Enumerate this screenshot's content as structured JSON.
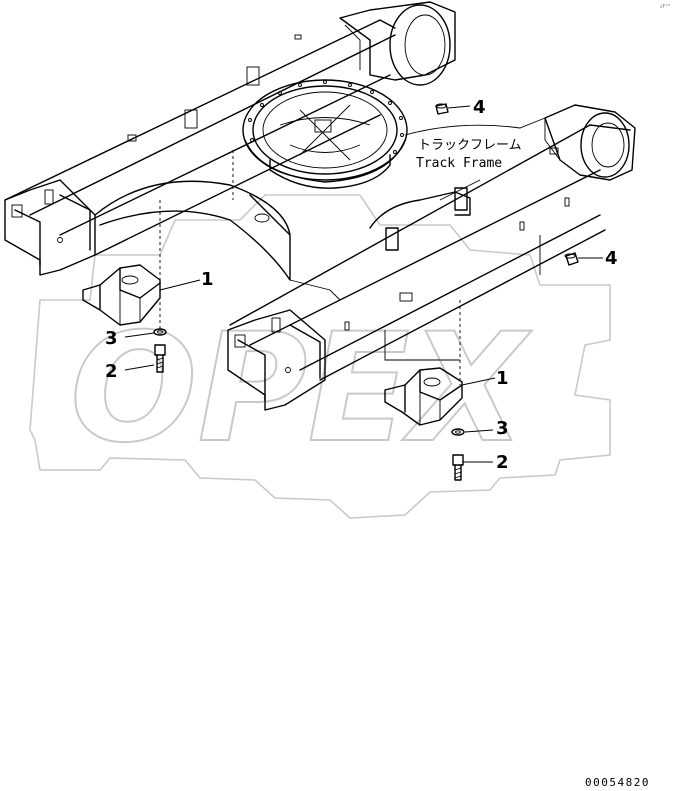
{
  "figure": {
    "label_jp": "トラックフレーム",
    "label_en": "Track Frame",
    "document_number": "00054820",
    "corner_mark": "∂F°°",
    "watermark_text": "OPEX"
  },
  "callouts": [
    {
      "id": "c1a",
      "text": "1"
    },
    {
      "id": "c3a",
      "text": "3"
    },
    {
      "id": "c2a",
      "text": "2"
    },
    {
      "id": "c4a",
      "text": "4"
    },
    {
      "id": "c1b",
      "text": "1"
    },
    {
      "id": "c3b",
      "text": "3"
    },
    {
      "id": "c2b",
      "text": "2"
    },
    {
      "id": "c4b",
      "text": "4"
    }
  ]
}
